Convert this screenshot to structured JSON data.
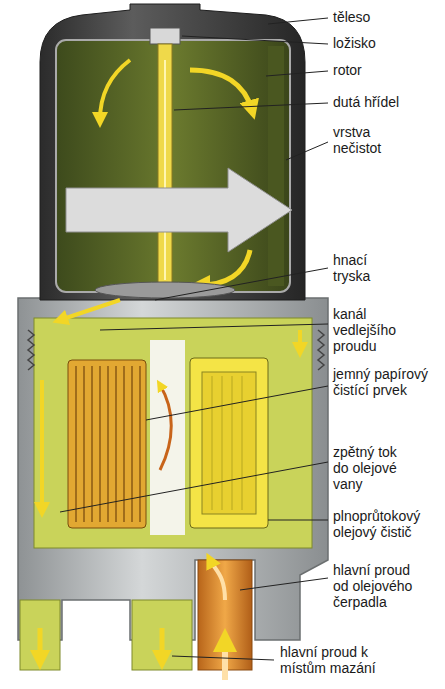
{
  "diagram": {
    "labels": [
      "těleso",
      "ložisko",
      "rotor",
      "dutá hřídel",
      "vrstva nečistot",
      "hnací tryska",
      "kanál vedlejšího proudu",
      "jemný papírový čistící prvek",
      "zpětný tok do olejové vany",
      "plnoprůtokový olejový čistič",
      "hlavní proud od olejového čerpadla",
      "hlavní proud k místům mazání"
    ]
  }
}
